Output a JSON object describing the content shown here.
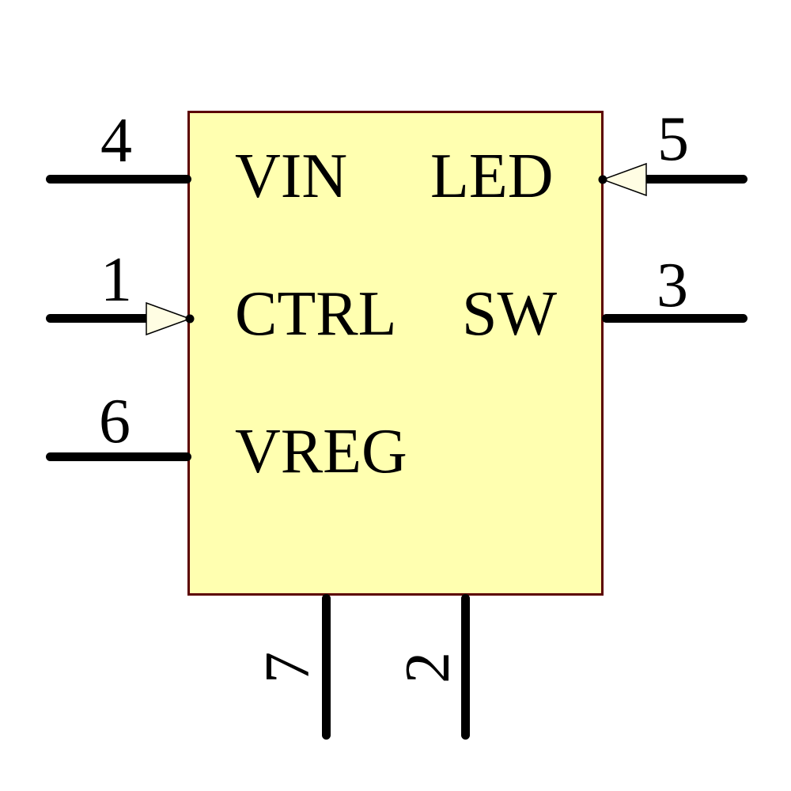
{
  "diagram": {
    "kind": "ic-schematic-symbol",
    "colors": {
      "background": "#FFFFFF",
      "body_fill": "#FFFFB0",
      "body_border": "#5C0000",
      "pin_line": "#000000",
      "arrow_fill": "#FFFDE3",
      "text": "#000000"
    },
    "pins": {
      "vin": {
        "number": "4",
        "label": "VIN",
        "side": "left"
      },
      "ctrl": {
        "number": "1",
        "label": "CTRL",
        "side": "left",
        "style": "input-arrow"
      },
      "vreg": {
        "number": "6",
        "label": "VREG",
        "side": "left"
      },
      "led": {
        "number": "5",
        "label": "LED",
        "side": "right",
        "style": "input-arrow"
      },
      "sw": {
        "number": "3",
        "label": "SW",
        "side": "right"
      },
      "pin7": {
        "number": "7",
        "side": "bottom"
      },
      "pin2": {
        "number": "2",
        "side": "bottom"
      }
    }
  }
}
